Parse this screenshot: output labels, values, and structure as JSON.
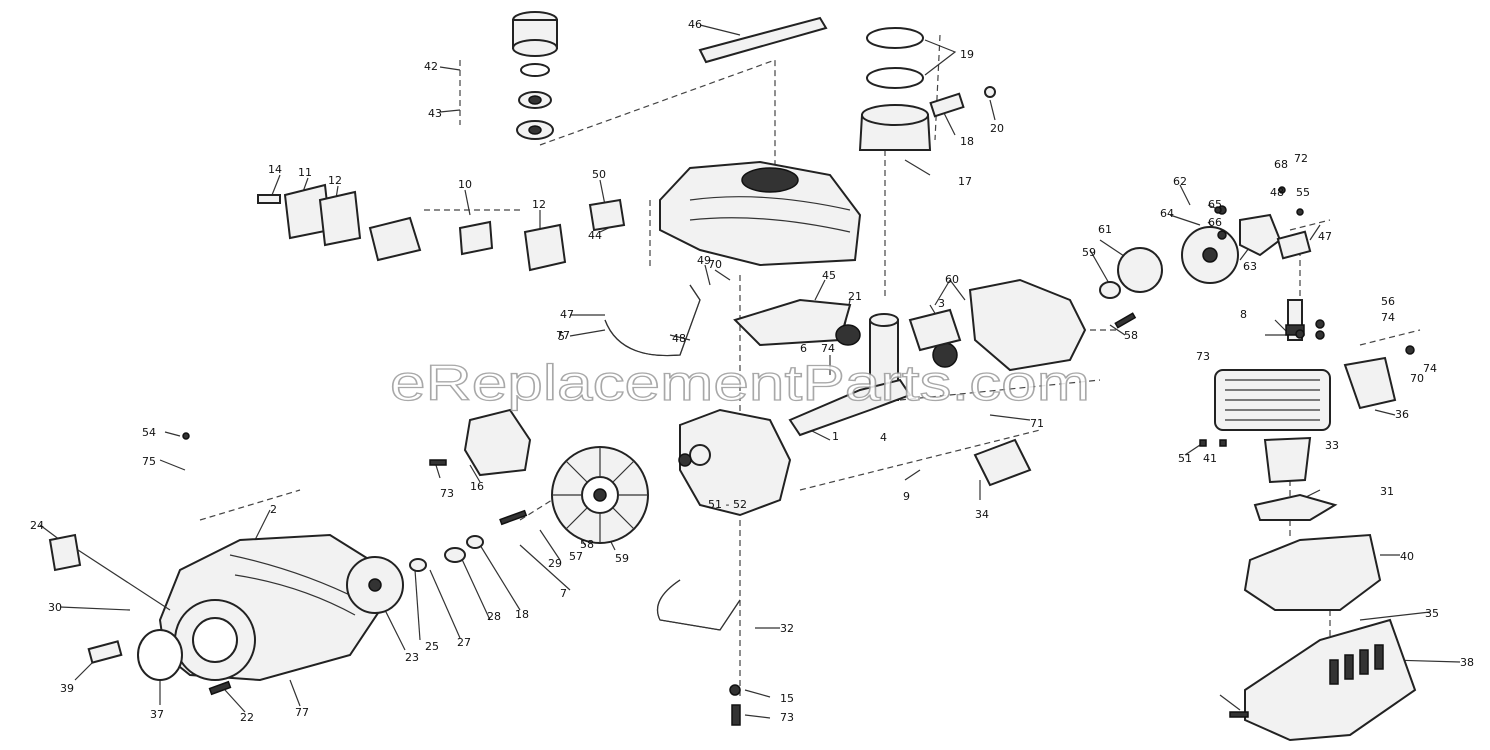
{
  "watermark": "eReplacementParts.com",
  "callouts": [
    "46",
    "42",
    "43",
    "19",
    "18",
    "20",
    "17",
    "14",
    "11",
    "12",
    "10",
    "12",
    "50",
    "44",
    "49",
    "70",
    "45",
    "21",
    "47",
    "5",
    "3",
    "60",
    "59",
    "61",
    "62",
    "64",
    "63",
    "65",
    "66",
    "68",
    "72",
    "55",
    "48",
    "47",
    "48",
    "77",
    "6",
    "58",
    "74",
    "73",
    "8",
    "56",
    "74",
    "70",
    "74",
    "54",
    "75",
    "73",
    "16",
    "4",
    "1",
    "71",
    "51",
    "41",
    "33",
    "36",
    "31",
    "24",
    "2",
    "51 - 52",
    "59",
    "58",
    "57",
    "29",
    "7",
    "9",
    "34",
    "40",
    "35",
    "38",
    "30",
    "23",
    "25",
    "27",
    "28",
    "18",
    "32",
    "39",
    "37",
    "22",
    "77",
    "15",
    "73"
  ]
}
